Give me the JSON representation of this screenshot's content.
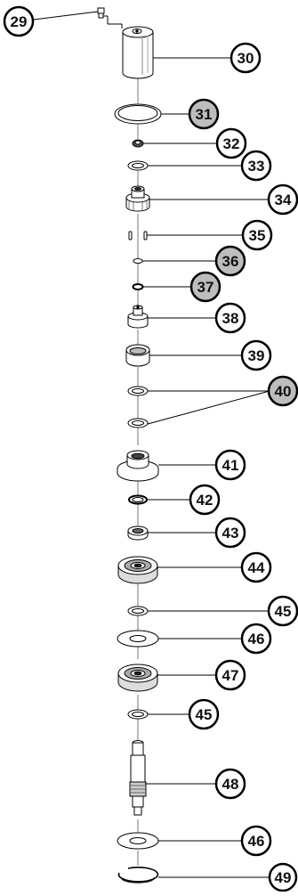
{
  "diagram": {
    "type": "exploded-parts-diagram",
    "line_color": "#000000",
    "highlight_fill": "#bdbdbd",
    "callout_fill": "#ffffff",
    "callouts": [
      {
        "id": "c29",
        "label": "29",
        "highlight": false
      },
      {
        "id": "c30",
        "label": "30",
        "highlight": false
      },
      {
        "id": "c31",
        "label": "31",
        "highlight": true
      },
      {
        "id": "c32",
        "label": "32",
        "highlight": false
      },
      {
        "id": "c33",
        "label": "33",
        "highlight": false
      },
      {
        "id": "c34",
        "label": "34",
        "highlight": false
      },
      {
        "id": "c35",
        "label": "35",
        "highlight": false
      },
      {
        "id": "c36",
        "label": "36",
        "highlight": true
      },
      {
        "id": "c37",
        "label": "37",
        "highlight": true
      },
      {
        "id": "c38",
        "label": "38",
        "highlight": false
      },
      {
        "id": "c39",
        "label": "39",
        "highlight": false
      },
      {
        "id": "c40",
        "label": "40",
        "highlight": true
      },
      {
        "id": "c41",
        "label": "41",
        "highlight": false
      },
      {
        "id": "c42",
        "label": "42",
        "highlight": false
      },
      {
        "id": "c43",
        "label": "43",
        "highlight": false
      },
      {
        "id": "c44",
        "label": "44",
        "highlight": false
      },
      {
        "id": "c45a",
        "label": "45",
        "highlight": false
      },
      {
        "id": "c46a",
        "label": "46",
        "highlight": false
      },
      {
        "id": "c47",
        "label": "47",
        "highlight": false
      },
      {
        "id": "c45b",
        "label": "45",
        "highlight": false
      },
      {
        "id": "c48",
        "label": "48",
        "highlight": false
      },
      {
        "id": "c46b",
        "label": "46",
        "highlight": false
      },
      {
        "id": "c49",
        "label": "49",
        "highlight": false
      }
    ]
  }
}
